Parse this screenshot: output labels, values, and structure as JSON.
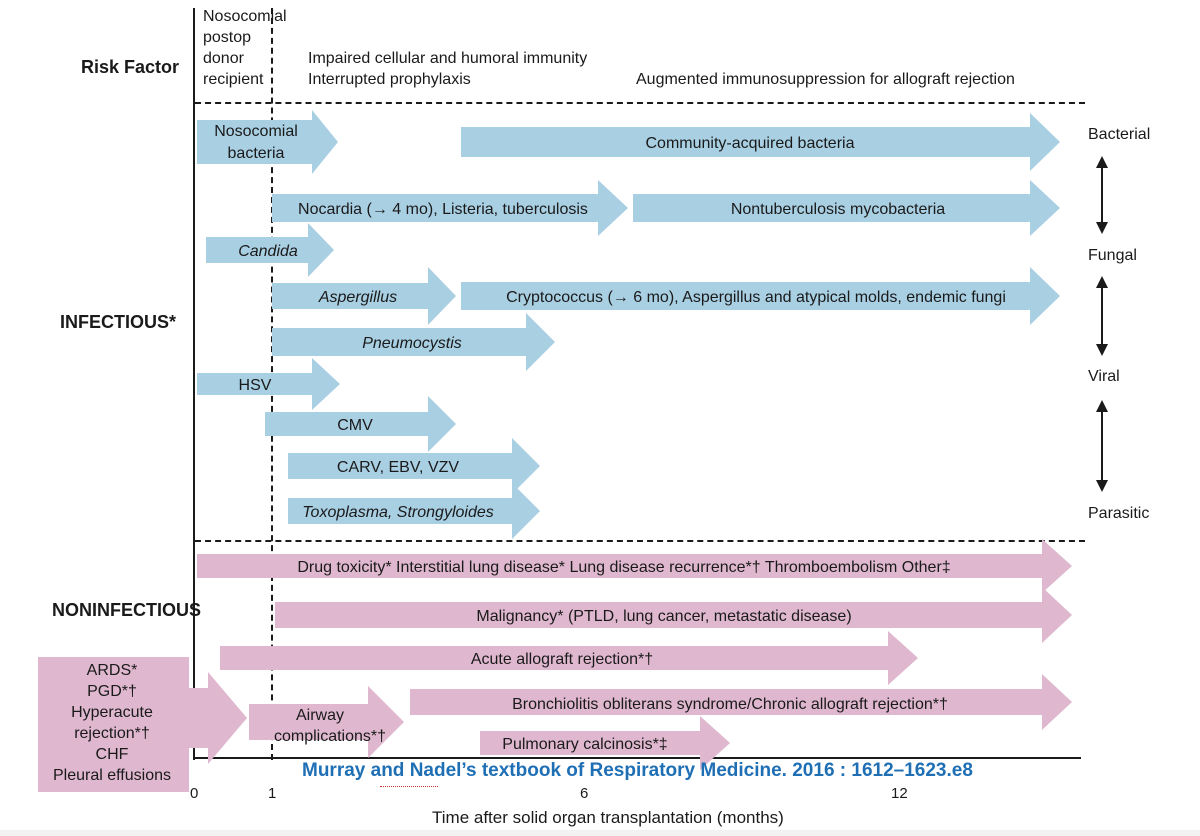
{
  "header": {
    "risk_factor_label": "Risk Factor",
    "col1": [
      "Nosocomial",
      "postop",
      "donor",
      "recipient"
    ],
    "col2": [
      "Impaired cellular and humoral immunity",
      "Interrupted prophylaxis"
    ],
    "col3": "Augmented immunosuppression for allograft rejection"
  },
  "sections": {
    "infectious": "INFECTIOUS*",
    "noninfectious": "NONINFECTIOUS"
  },
  "right_labels": [
    "Bacterial",
    "Fungal",
    "Viral",
    "Parasitic"
  ],
  "infectious_arrows": [
    {
      "lines": [
        "Nosocomial",
        "bacteria"
      ]
    },
    {
      "lines": [
        "Community-acquired bacteria"
      ]
    },
    {
      "lines": [
        "Nocardia (→ 4 mo), Listeria, tuberculosis"
      ]
    },
    {
      "lines": [
        "Nontuberculosis mycobacteria"
      ]
    },
    {
      "lines": [
        "Candida"
      ]
    },
    {
      "lines": [
        "Aspergillus"
      ]
    },
    {
      "lines": [
        "Cryptococcus (→ 6 mo), Aspergillus and atypical molds, endemic fungi"
      ]
    },
    {
      "lines": [
        "Pneumocystis"
      ]
    },
    {
      "lines": [
        "HSV"
      ]
    },
    {
      "lines": [
        "CMV"
      ]
    },
    {
      "lines": [
        "CARV, EBV, VZV"
      ]
    },
    {
      "lines": [
        "Toxoplasma, Strongyloides"
      ]
    }
  ],
  "noninfectious_arrows": [
    {
      "lines": [
        "Drug toxicity*   Interstitial lung disease*   Lung disease recurrence*†   Thromboembolism   Other‡"
      ]
    },
    {
      "lines": [
        "Malignancy* (PTLD, lung cancer, metastatic disease)"
      ]
    },
    {
      "lines": [
        "Acute allograft rejection*†"
      ]
    },
    {
      "lines": [
        "Airway",
        "complications*†"
      ]
    },
    {
      "lines": [
        "Bronchiolitis obliterans syndrome/Chronic allograft rejection*†"
      ]
    },
    {
      "lines": [
        "Pulmonary calcinosis*‡"
      ]
    },
    {
      "lines": [
        "ARDS*",
        "PGD*†",
        "Hyperacute",
        "rejection*†",
        "CHF",
        "Pleural effusions"
      ]
    }
  ],
  "axis": {
    "ticks": [
      "0",
      "1",
      "6",
      "12"
    ],
    "label": "Time after solid organ transplantation (months)"
  },
  "citation": "Murray and Nadel’s textbook of Respiratory Medicine. 2016 : 1612–1623.e8",
  "colors": {
    "infectious_fill": "#a9cfe3",
    "noninfectious_fill": "#dfb8cf",
    "text": "#1a1a1a",
    "citation": "#1f6fb5"
  }
}
